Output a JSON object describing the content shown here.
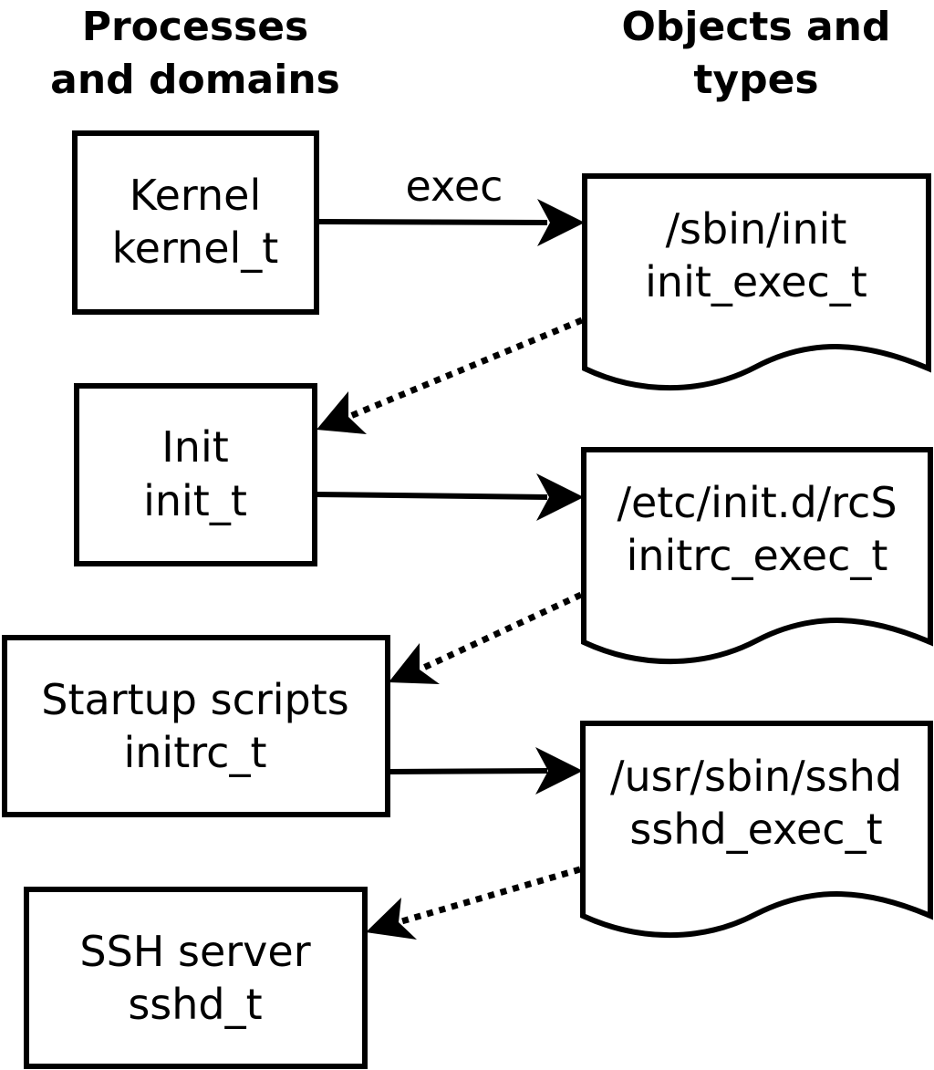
{
  "headers": {
    "processes": [
      "Processes",
      "and domains"
    ],
    "objects": [
      "Objects and",
      "types"
    ]
  },
  "processes": [
    {
      "name": "Kernel",
      "domain": "kernel_t"
    },
    {
      "name": "Init",
      "domain": "init_t"
    },
    {
      "name": "Startup scripts",
      "domain": "initrc_t"
    },
    {
      "name": "SSH server",
      "domain": "sshd_t"
    }
  ],
  "objects": [
    {
      "path": "/sbin/init",
      "type": "init_exec_t"
    },
    {
      "path": "/etc/init.d/rcS",
      "type": "initrc_exec_t"
    },
    {
      "path": "/usr/sbin/sshd",
      "type": "sshd_exec_t"
    }
  ],
  "edge_label": "exec"
}
